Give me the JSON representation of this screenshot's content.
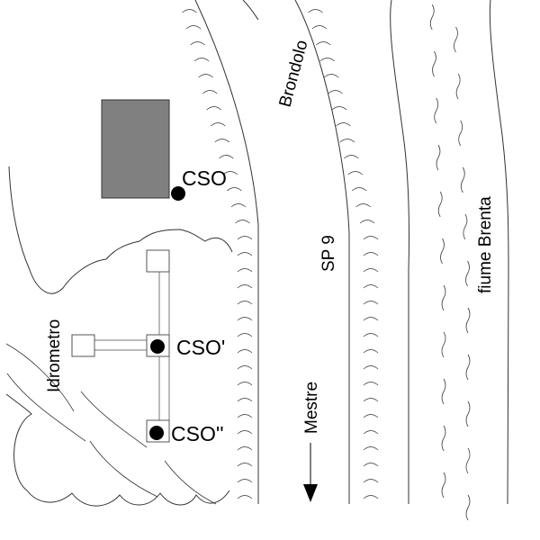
{
  "diagram": {
    "title": "",
    "labels": {
      "cso": "CSO",
      "cso_prime": "CSO'",
      "cso_double_prime": "CSO''",
      "brondolo": "Brondolo",
      "sp9": "SP 9",
      "fiume_brenta": "fiume Brenta",
      "mestre": "Mestre",
      "idrometro": "Idrometro"
    },
    "colors": {
      "building_fill": "#808080",
      "line": "#333333",
      "pipe": "#777777",
      "marker": "#000000",
      "background": "#ffffff"
    },
    "legend_arrow": {
      "direction": "down",
      "target": "Mestre"
    },
    "elements": [
      {
        "type": "building",
        "name": "shaded-building"
      },
      {
        "type": "overflow-point",
        "name": "CSO"
      },
      {
        "type": "overflow-point",
        "name": "CSO'"
      },
      {
        "type": "overflow-point",
        "name": "CSO''"
      },
      {
        "type": "gauge",
        "name": "Idrometro"
      },
      {
        "type": "road",
        "name": "SP 9"
      },
      {
        "type": "river",
        "name": "fiume Brenta"
      },
      {
        "type": "embankment",
        "name": "Brondolo"
      }
    ]
  }
}
